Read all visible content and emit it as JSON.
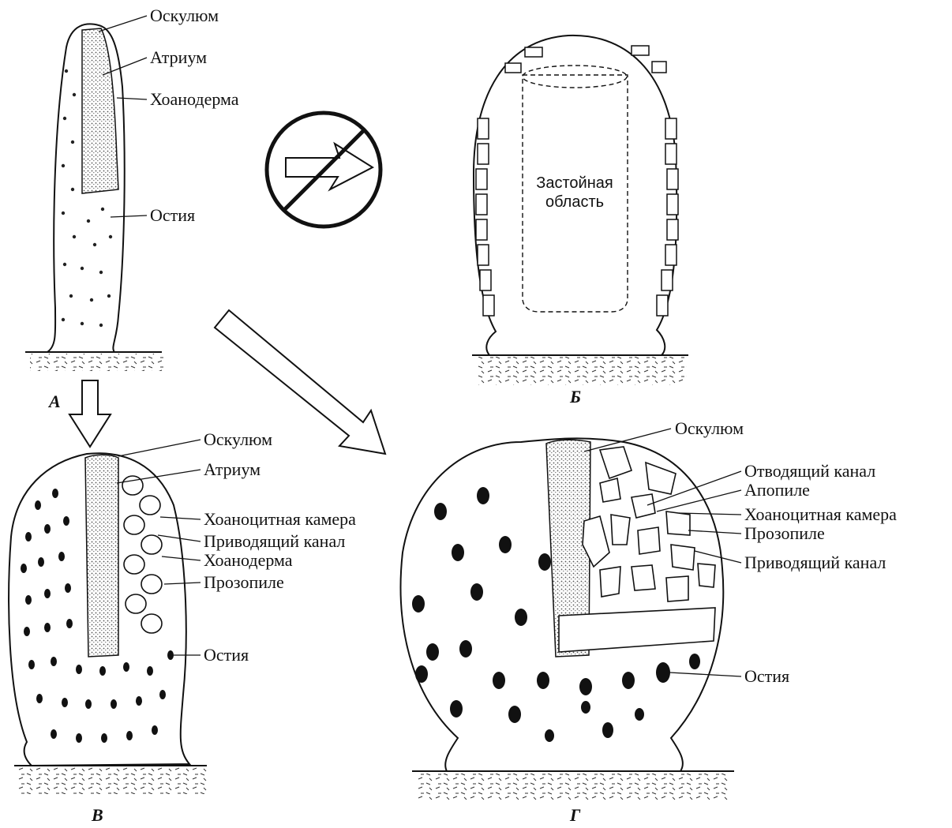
{
  "panel_a": {
    "caption": "А",
    "labels": [
      "Оскулюм",
      "Атриум",
      "Хоанодерма",
      "Остия"
    ]
  },
  "panel_b": {
    "caption": "Б",
    "stagnant_line1": "Застойная",
    "stagnant_line2": "область",
    "no_flow_sign": "no-flow-icon"
  },
  "panel_v": {
    "caption": "В",
    "labels": [
      "Оскулюм",
      "Атриум",
      "Хоаноцитная камера",
      "Приводящий канал",
      "Хоанодерма",
      "Прозопиле",
      "Остия"
    ]
  },
  "panel_g": {
    "caption": "Г",
    "labels": [
      "Оскулюм",
      "Отводящий канал",
      "Апопиле",
      "Хоаноцитная камера",
      "Прозопиле",
      "Приводящий канал",
      "Остия"
    ]
  },
  "colors": {
    "ink": "#111111",
    "stipple": "#8a8a8a",
    "background": "#ffffff"
  }
}
